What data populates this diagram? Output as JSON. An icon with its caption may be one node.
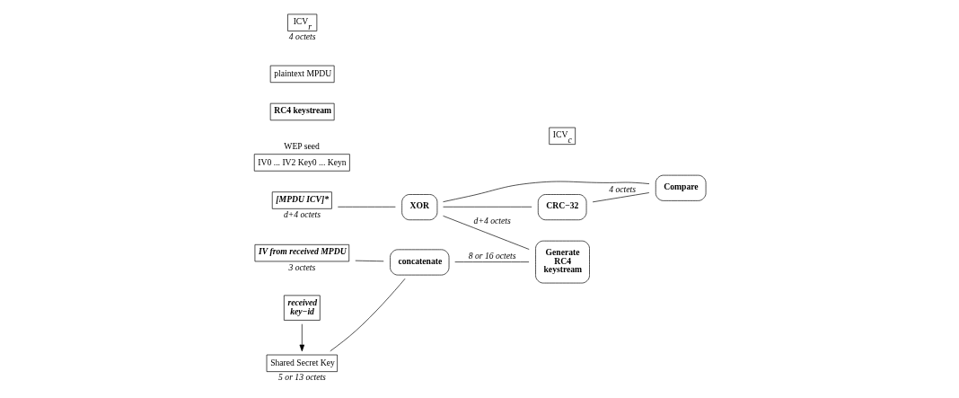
{
  "diagram": {
    "nodes": [
      {
        "text": [
          "IV from received MPDU"
        ],
        "beside": [
          "3 octets"
        ]
      },
      {
        "text": [
          "Shared Secret Key"
        ],
        "beside": [
          "5 or 13 octets"
        ]
      },
      {
        "text": [
          "received key−id"
        ]
      },
      {
        "text": [
          "concatenate"
        ]
      },
      {
        "text": [
          "WEP seed",
          "IV0 ... IV2 Key0 ... Keyn"
        ]
      },
      {
        "text": [
          "Generate RC4 keystream"
        ]
      },
      {
        "text": [
          "RC4 keystream"
        ]
      },
      {
        "text": [
          "[MPDU ICV]*"
        ],
        "beside": [
          "d+4 octets"
        ]
      },
      {
        "text": [
          "XOR"
        ]
      },
      {
        "text": [
          "plaintext MPDU"
        ]
      },
      {
        "text": [
          "CRC−32"
        ]
      },
      {
        "text": [
          "ICV$_{c}$"
        ]
      },
      {
        "text": [
          "Compare"
        ]
      },
      {
        "text": [
          "ICV$_{r}$"
        ],
        "beside": [
          "4 octets"
        ]
      }
    ],
    "edges": [
      {
        "from": 0,
        "to": 3,
        "arrow": "none"
      },
      {
        "from": 1,
        "to": 3,
        "arrow": "none"
      },
      {
        "from": 2,
        "to": 1,
        "arrow": "to"
      },
      {
        "from": 3,
        "to": 5,
        "arrow": "none",
        "label": "8 or 16 octets"
      },
      {
        "from": 5,
        "to": 8,
        "arrow": "none",
        "label": "d+4 octets"
      },
      {
        "from": 7,
        "to": 8,
        "arrow": "none"
      },
      {
        "from": 8,
        "to": 10,
        "arrow": "none"
      },
      {
        "from": 10,
        "to": 12,
        "arrow": "none",
        "label": "4 octets"
      },
      {
        "from": 8,
        "to": 12,
        "arrow": "none"
      }
    ]
  }
}
